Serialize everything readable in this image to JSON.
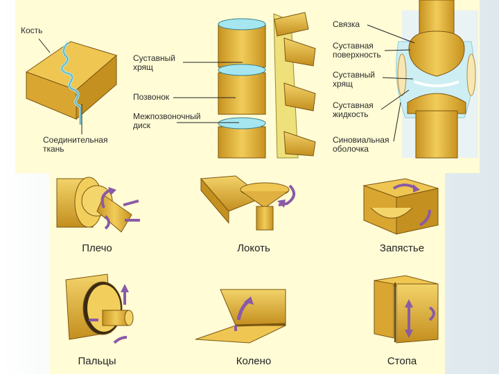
{
  "anatomy": {
    "bone": "Кость",
    "connective_tissue": "Соединительная\nткань",
    "articular_cartilage_spine": "Суставный\nхрящ",
    "vertebra": "Позвонок",
    "intervertebral_disc": "Межпозвоночный\nдиск",
    "ligament": "Связка",
    "articular_surface": "Суставная\nповерхность",
    "articular_cartilage_knee": "Суставный\nхрящ",
    "synovial_fluid": "Суставная\nжидкость",
    "synovial_membrane": "Синовиальная\nоболочка"
  },
  "joints": {
    "shoulder": "Плечо",
    "elbow": "Локоть",
    "wrist": "Запястье",
    "fingers": "Пальцы",
    "knee": "Колено",
    "foot": "Стопа"
  },
  "colors": {
    "bone_yellow": "#e8b93a",
    "bone_dark": "#b9861a",
    "cartilage_blue": "#9fe3ee",
    "arrow_purple": "#8a5aa6",
    "panel": "#fffcd6"
  }
}
